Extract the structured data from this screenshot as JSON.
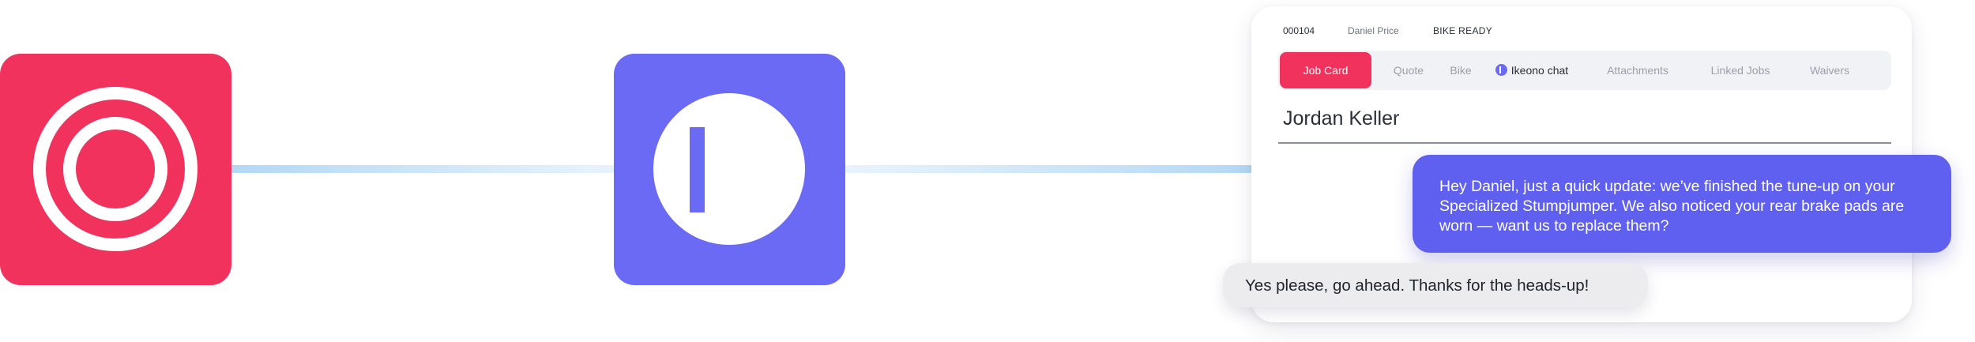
{
  "card": {
    "job_id": "000104",
    "assignee": "Daniel Price",
    "status": "BIKE READY",
    "customer_name": "Jordan Keller"
  },
  "tabs": [
    {
      "label": "Job Card",
      "active": true
    },
    {
      "label": "Quote",
      "active": false
    },
    {
      "label": "Bike",
      "active": false
    },
    {
      "label": "Ikeono chat",
      "active": false,
      "icon": "ikeono-logo-icon"
    },
    {
      "label": "Attachments",
      "active": false
    },
    {
      "label": "Linked Jobs",
      "active": false
    },
    {
      "label": "Waivers",
      "active": false
    }
  ],
  "chat": {
    "outgoing_message": "Hey Daniel, just a quick update: we’ve finished the tune-up on your Specialized Stumpjumper. We also noticed your rear brake pads are worn — want us to replace them?",
    "incoming_message": "Yes please, go ahead. Thanks for the heads-up!"
  },
  "colors": {
    "brand_red": "#f0325c",
    "brand_purple": "#6b6af5",
    "bubble_purple": "#6060f0",
    "connector_blue": "#b3d8f5"
  },
  "icons": {
    "left_tile": "concentric-rings-logo-icon",
    "middle_tile": "ikeono-logo-icon"
  }
}
